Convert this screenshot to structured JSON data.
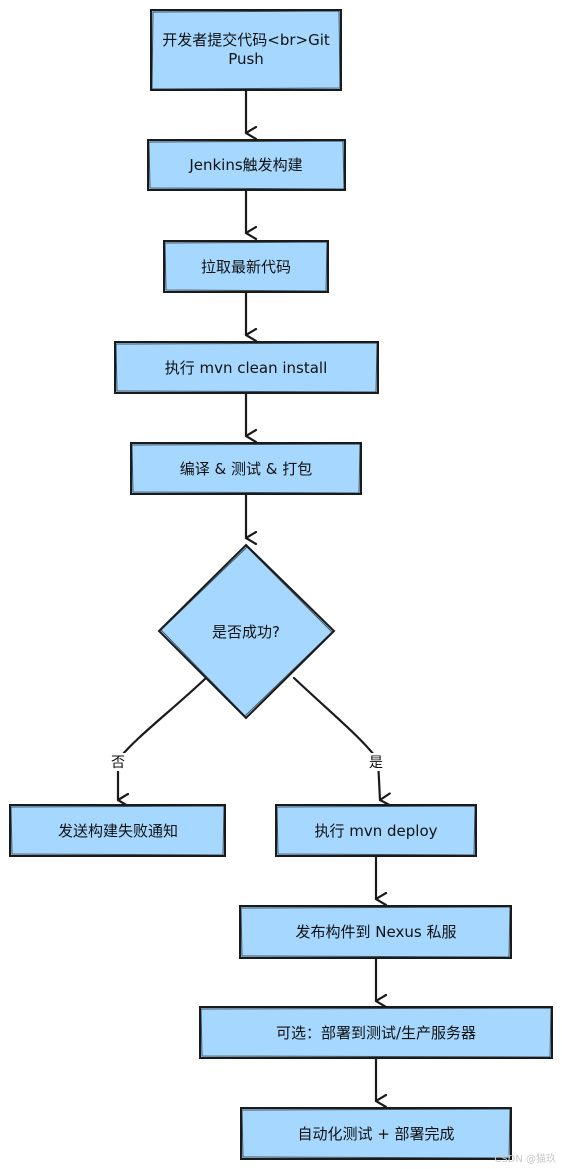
{
  "nodes": {
    "git_push": "开发者提交代码<br>Git",
    "git_push_line2": "Push",
    "jenkins_trigger": "Jenkins触发构建",
    "pull_code": "拉取最新代码",
    "mvn_install": "执行 mvn clean install",
    "compile_test_package": "编译 & 测试 & 打包",
    "is_success": "是否成功?",
    "notify_fail": "发送构建失败通知",
    "mvn_deploy": "执行 mvn deploy",
    "publish_nexus": "发布构件到 Nexus 私服",
    "optional_deploy": "可选：部署到测试/生产服务器",
    "auto_test_done": "自动化测试 + 部署完成"
  },
  "edges": {
    "no_label": "否",
    "yes_label": "是"
  },
  "watermark": "CSDN @猫玖"
}
